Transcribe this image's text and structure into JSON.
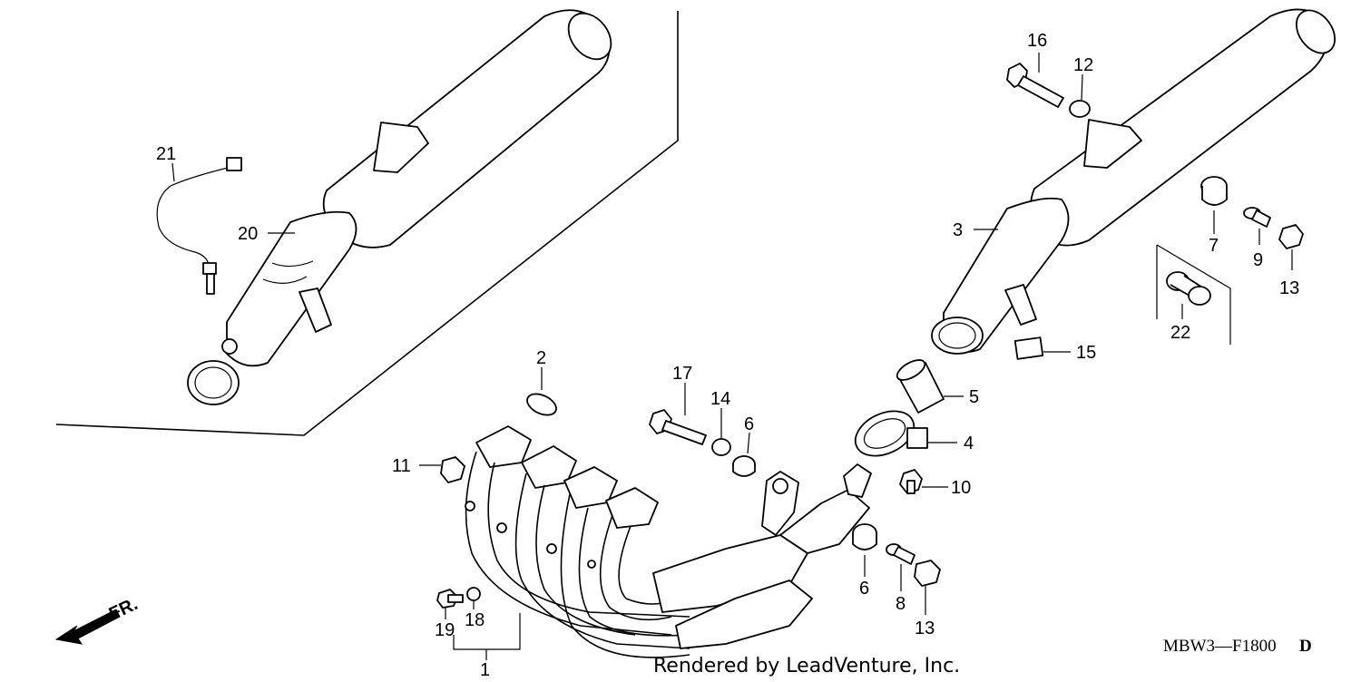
{
  "diagram": {
    "code": "MBW3—F1800",
    "code_suffix": "D",
    "credit": "Rendered by LeadVenture, Inc.",
    "direction_label": "FR.",
    "callouts": {
      "c1": "1",
      "c2": "2",
      "c3": "3",
      "c4": "4",
      "c5": "5",
      "c6a": "6",
      "c6b": "6",
      "c7": "7",
      "c8": "8",
      "c9": "9",
      "c10": "10",
      "c11": "11",
      "c12": "12",
      "c13a": "13",
      "c13b": "13",
      "c14": "14",
      "c15": "15",
      "c16": "16",
      "c17": "17",
      "c18": "18",
      "c19": "19",
      "c20": "20",
      "c21": "21",
      "c22": "22"
    }
  }
}
